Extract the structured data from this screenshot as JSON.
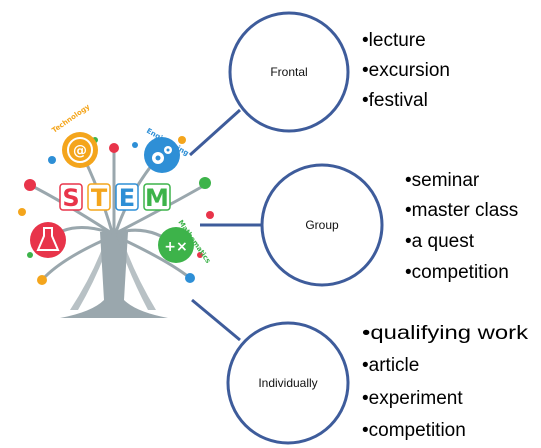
{
  "tree": {
    "letters": [
      "S",
      "T",
      "E",
      "M"
    ],
    "branches": {
      "technology": "Technology",
      "engineering": "Engineering",
      "science": "Science",
      "mathematics": "Mathematics"
    },
    "colors": {
      "S": "#e8344a",
      "T": "#f4a51c",
      "E": "#2e8fd6",
      "M": "#3db34a",
      "trunk": "#9aa7ad"
    }
  },
  "forms": [
    {
      "label": "Frontal",
      "items": [
        "•lecture",
        "•excursion",
        "•festival"
      ]
    },
    {
      "label": "Group",
      "items": [
        "•seminar",
        "•master class",
        "•a quest",
        "•competition"
      ]
    },
    {
      "label": "Individually",
      "items": [
        "•qualifying work",
        "•article",
        "•experiment",
        "•competition"
      ]
    }
  ],
  "colors": {
    "circle_stroke": "#3e5c9b",
    "connector": "#3e5c9b"
  }
}
